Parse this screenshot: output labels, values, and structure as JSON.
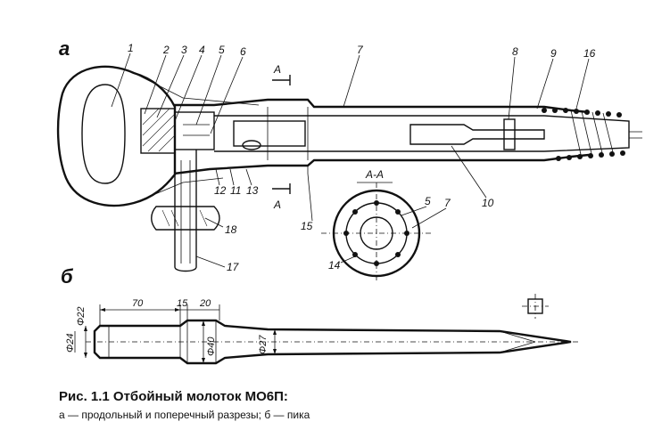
{
  "part_a": "а",
  "part_b": "б",
  "callouts": [
    "1",
    "2",
    "3",
    "4",
    "5",
    "6",
    "7",
    "8",
    "9",
    "16",
    "10",
    "12",
    "11",
    "13",
    "18",
    "17",
    "15",
    "14",
    "5",
    "7"
  ],
  "section_mark": "А",
  "section_title": "А-А",
  "dims": {
    "d22": "Φ22",
    "d24": "Φ24",
    "l70": "70",
    "l15": "15",
    "l20": "20",
    "d40": "Φ40",
    "d27": "Φ27"
  },
  "caption": {
    "title": "Рис. 1.1 Отбойный молоток МО6П:",
    "subtitle": "а — продольный и поперечный разрезы; б — пика"
  }
}
